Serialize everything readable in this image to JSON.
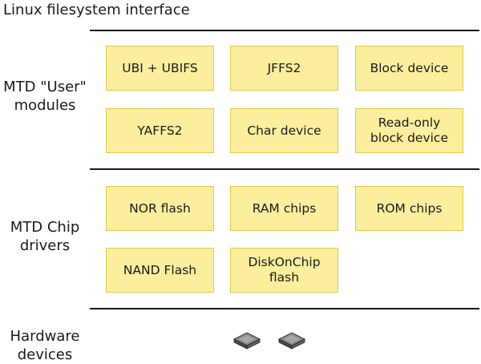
{
  "top_label": "Linux filesystem interface",
  "user_layer": {
    "label": "MTD \"User\"\nmodules",
    "boxes": [
      "UBI + UBIFS",
      "JFFS2",
      "Block device",
      "YAFFS2",
      "Char device",
      "Read-only\nblock device"
    ]
  },
  "chip_layer": {
    "label": "MTD Chip\ndrivers",
    "boxes": [
      "NOR flash",
      "RAM chips",
      "ROM chips",
      "NAND Flash",
      "DiskOnChip\nflash"
    ]
  },
  "hardware_layer": {
    "label": "Hardware\ndevices",
    "icons": [
      "chip-icon",
      "chip-icon"
    ]
  },
  "colors": {
    "box_fill": "#fbef9e",
    "box_border": "#e0c94a",
    "rule": "#1a1a1a"
  }
}
